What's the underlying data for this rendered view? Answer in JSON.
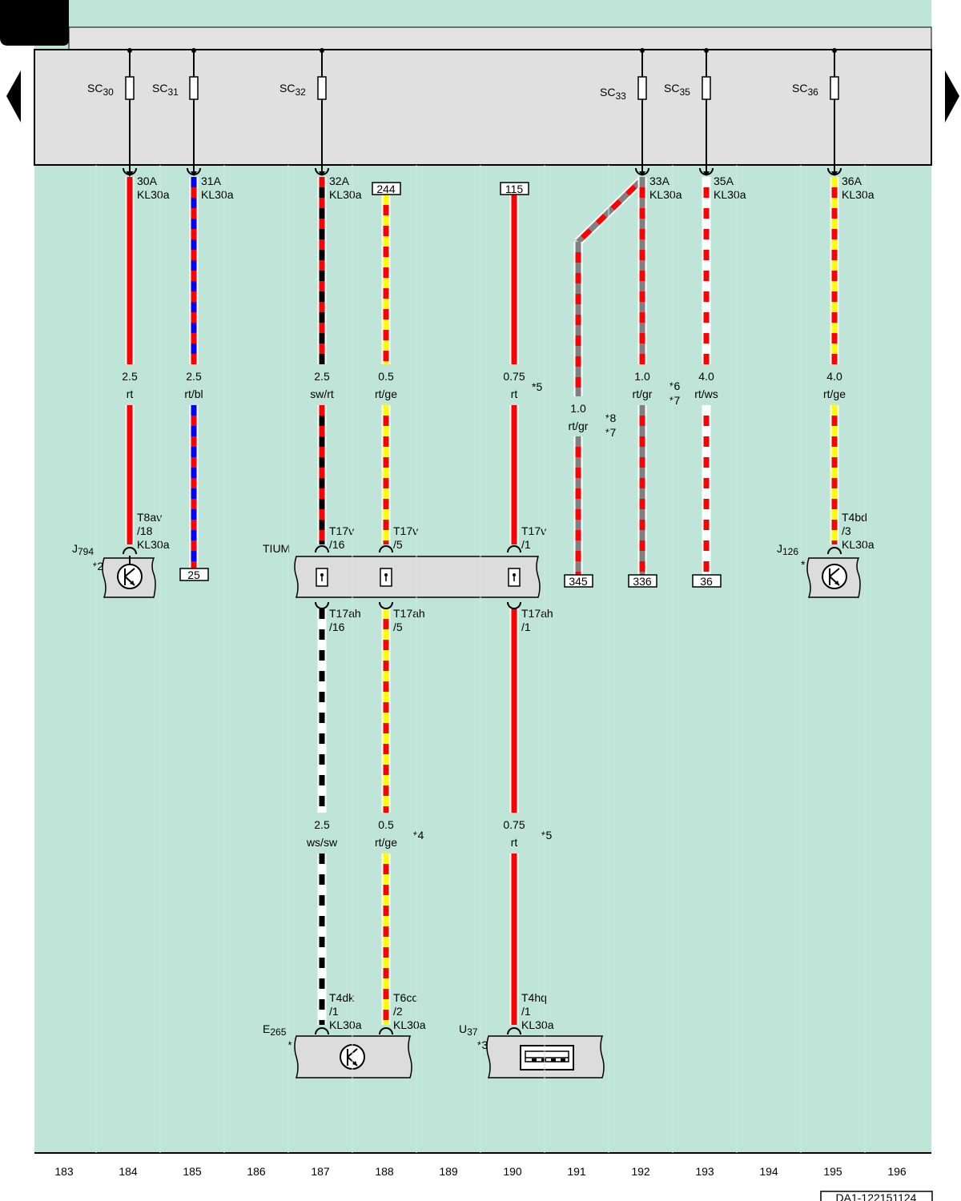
{
  "colors": {
    "background": "#bfe5d8",
    "fuse_box": "#e0e0e0",
    "component": "#dcdcdc",
    "rt": "#ff0000",
    "bl": "#0000ff",
    "sw": "#000000",
    "ge": "#ffff00",
    "gr": "#808080",
    "ws": "#ffffff"
  },
  "icons": {
    "prev": "triangle-left-icon",
    "next": "triangle-right-icon",
    "control_unit": "transistor-symbol-icon",
    "usb": "usb-socket-icon"
  },
  "fuses": [
    {
      "id": "sc30",
      "name": "SC",
      "num": "30",
      "terminal": "30A",
      "terminal2": "KL30a"
    },
    {
      "id": "sc31",
      "name": "SC",
      "num": "31",
      "terminal": "31A",
      "terminal2": "KL30a"
    },
    {
      "id": "sc32",
      "name": "SC",
      "num": "32",
      "terminal": "32A",
      "terminal2": "KL30a"
    },
    {
      "id": "sc33",
      "name": "SC",
      "num": "33",
      "terminal": "33A",
      "terminal2": "KL30a"
    },
    {
      "id": "sc35",
      "name": "SC",
      "num": "35",
      "terminal": "35A",
      "terminal2": "KL30a"
    },
    {
      "id": "sc36",
      "name": "SC",
      "num": "36",
      "terminal": "36A",
      "terminal2": "KL30a"
    }
  ],
  "wires": [
    {
      "id": "w184",
      "size": "2.5",
      "color": "rt",
      "colors": [
        "rt"
      ]
    },
    {
      "id": "w185",
      "size": "2.5",
      "color": "rt/bl",
      "colors": [
        "rt",
        "bl"
      ]
    },
    {
      "id": "w187a",
      "size": "2.5",
      "color": "sw/rt",
      "colors": [
        "sw",
        "rt"
      ]
    },
    {
      "id": "w188a",
      "size": "0.5",
      "color": "rt/ge",
      "colors": [
        "rt",
        "ge"
      ]
    },
    {
      "id": "w190a",
      "size": "0.75",
      "color": "rt",
      "colors": [
        "rt"
      ],
      "note": "*5"
    },
    {
      "id": "w191",
      "size": "1.0",
      "color": "rt/gr",
      "colors": [
        "rt",
        "gr"
      ],
      "note": "*8",
      "note2": "*7"
    },
    {
      "id": "w192",
      "size": "1.0",
      "color": "rt/gr",
      "colors": [
        "rt",
        "gr"
      ],
      "note": "*6",
      "note2": "*7"
    },
    {
      "id": "w193",
      "size": "4.0",
      "color": "rt/ws",
      "colors": [
        "rt",
        "ws"
      ]
    },
    {
      "id": "w195",
      "size": "4.0",
      "color": "rt/ge",
      "colors": [
        "rt",
        "ge"
      ]
    },
    {
      "id": "w187b",
      "size": "2.5",
      "color": "ws/sw",
      "colors": [
        "ws",
        "sw"
      ]
    },
    {
      "id": "w188b",
      "size": "0.5",
      "color": "rt/ge",
      "colors": [
        "rt",
        "ge"
      ],
      "note": "*4"
    },
    {
      "id": "w190b",
      "size": "0.75",
      "color": "rt",
      "colors": [
        "rt"
      ],
      "note": "*5"
    }
  ],
  "refs": [
    {
      "id": "ref244",
      "text": "244"
    },
    {
      "id": "ref115",
      "text": "115"
    },
    {
      "id": "ref25",
      "text": "25"
    },
    {
      "id": "ref345",
      "text": "345"
    },
    {
      "id": "ref336",
      "text": "336"
    },
    {
      "id": "ref36",
      "text": "36"
    }
  ],
  "pins": [
    {
      "id": "p184",
      "l1": "T8av",
      "l2": "/18",
      "l3": "KL30a"
    },
    {
      "id": "p187a",
      "l1": "T17v",
      "l2": "/16"
    },
    {
      "id": "p188a",
      "l1": "T17v",
      "l2": "/5"
    },
    {
      "id": "p190a",
      "l1": "T17v",
      "l2": "/1"
    },
    {
      "id": "p195",
      "l1": "T4bd",
      "l2": "/3",
      "l3": "KL30a"
    },
    {
      "id": "p187b",
      "l1": "T17ah",
      "l2": "/16"
    },
    {
      "id": "p188b",
      "l1": "T17ah",
      "l2": "/5"
    },
    {
      "id": "p190b",
      "l1": "T17ah",
      "l2": "/1"
    },
    {
      "id": "p187c",
      "l1": "T4dk",
      "l2": "/1",
      "l3": "KL30a"
    },
    {
      "id": "p188c",
      "l1": "T6cc",
      "l2": "/2",
      "l3": "KL30a"
    },
    {
      "id": "p190c",
      "l1": "T4hq",
      "l2": "/1",
      "l3": "KL30a"
    }
  ],
  "components": [
    {
      "id": "j794",
      "name": "J",
      "num": "794",
      "note": "*2"
    },
    {
      "id": "j126",
      "name": "J",
      "num": "126",
      "note": "*"
    },
    {
      "id": "tium",
      "name": "TIUM"
    },
    {
      "id": "e265",
      "name": "E",
      "num": "265",
      "note": "*"
    },
    {
      "id": "u37",
      "name": "U",
      "num": "37",
      "note": "*3"
    }
  ],
  "columns": [
    "183",
    "184",
    "185",
    "186",
    "187",
    "188",
    "189",
    "190",
    "191",
    "192",
    "193",
    "194",
    "195",
    "196"
  ],
  "footer": {
    "code": "DA1-122151124"
  }
}
